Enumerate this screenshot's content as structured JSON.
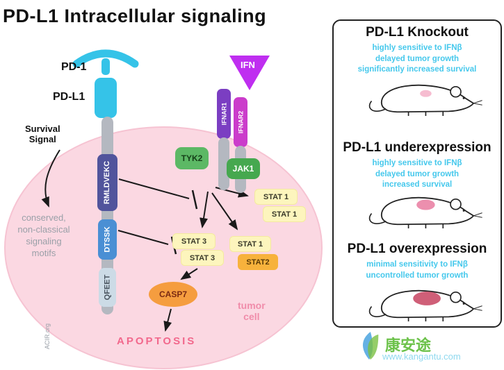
{
  "title": "PD-L1 Intracellular signaling",
  "cell": {
    "pd1": "PD-1",
    "pdl1": "PD-L1",
    "survival_signal": "Survival\nSignal",
    "motifs": "conserved,\nnon-classical\nsignaling\nmotifs",
    "segments": [
      "RMLDVEKC",
      "DTSSK",
      "QFEET"
    ],
    "ifn": "IFN",
    "receptors": [
      "IFNAR1",
      "IFNAR2"
    ],
    "kinases": [
      "TYK2",
      "JAK1"
    ],
    "stat1_pair": [
      "STAT 1",
      "STAT 1"
    ],
    "stat3_pair": [
      "STAT 3",
      "STAT 3"
    ],
    "stat12_pair": [
      "STAT 1",
      "STAT2"
    ],
    "casp7": "CASP7",
    "apoptosis": "APOPTOSIS",
    "tumor_cell": "tumor\ncell",
    "credit": "ACIR.org"
  },
  "panel": {
    "sections": [
      {
        "title": "PD-L1 Knockout",
        "lines": [
          "highly sensitive to IFNβ",
          "delayed tumor growth",
          "significantly increased survival"
        ],
        "tumor_size": "small"
      },
      {
        "title": "PD-L1 underexpression",
        "lines": [
          "highly sensitive to IFNβ",
          "delayed tumor growth",
          "increased survival"
        ],
        "tumor_size": "medium"
      },
      {
        "title": "PD-L1 overexpression",
        "lines": [
          "minimal sensitivity to IFNβ",
          "uncontrolled tumor growth"
        ],
        "tumor_size": "large"
      }
    ]
  },
  "logo": {
    "brand": "康安途",
    "url": "www.kangantu.com"
  },
  "colors": {
    "cyan": "#35c3e8",
    "segment_dark_purple": "#51549c",
    "segment_blue": "#4a8fd4",
    "segment_pale": "#ccdbe6",
    "ifn_magenta": "#bf2ef0",
    "ifnar1_purple": "#7b3ec2",
    "ifnar2_magenta": "#cb3ccb",
    "kinase_green": "#4caf50",
    "stat_yellow": "#fdf5bd",
    "stat2_orange": "#f7b23c",
    "casp7_orange": "#f59d3f",
    "cell_pink": "#fbd8e2",
    "apoptosis_pink": "#f2688c",
    "note_cyan": "#45c8ec",
    "brand_green": "#6cc24a"
  }
}
